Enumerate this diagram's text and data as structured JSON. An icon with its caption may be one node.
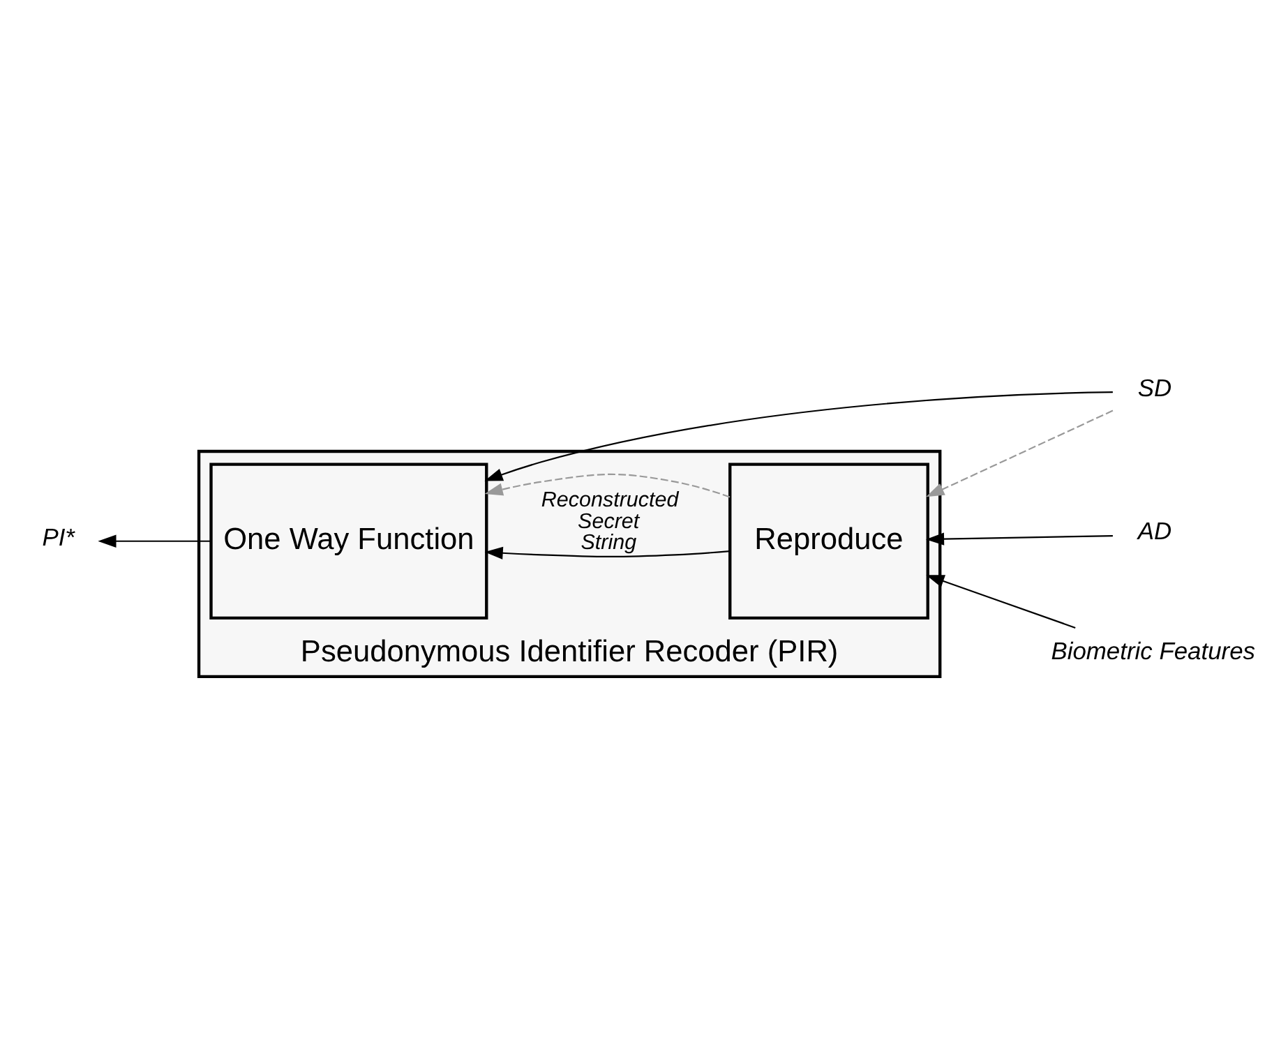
{
  "diagram": {
    "nodes": [
      {
        "text": [
          "Pseudonymous Identifier Recoder (PIR)"
        ]
      },
      {
        "text": [
          "One Way Function"
        ],
        "in": 0
      },
      {
        "text": [
          "Reproduce"
        ],
        "in": 0
      },
      {
        "text": [
          "PI*"
        ]
      },
      {
        "text": [
          "SD"
        ]
      },
      {
        "text": [
          "AD"
        ]
      },
      {
        "text": [
          "Biometric Features"
        ]
      }
    ],
    "edges": [
      {
        "from": 1,
        "to": 3,
        "arrow": "to"
      },
      {
        "from": 4,
        "to": 1,
        "arrow": "to"
      },
      {
        "from": 4,
        "to": 2,
        "arrow": "to",
        "style": "dashed",
        "color": "#999999"
      },
      {
        "from": 2,
        "to": 1,
        "arrow": "to",
        "label": "Reconstructed Secret String"
      },
      {
        "from": 2,
        "to": 1,
        "arrow": "to",
        "style": "dashed",
        "color": "#999999"
      },
      {
        "from": 5,
        "to": 2,
        "arrow": "to"
      },
      {
        "from": 6,
        "to": 2,
        "arrow": "to"
      }
    ]
  }
}
